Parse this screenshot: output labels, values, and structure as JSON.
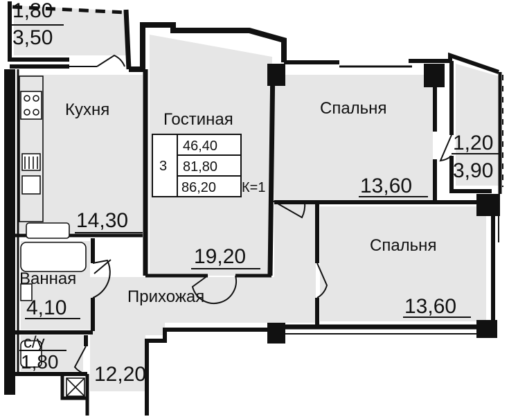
{
  "colors": {
    "floor": "#e6e6e6",
    "wall": "#111111",
    "background": "#ffffff"
  },
  "rooms": {
    "balcony_top": {
      "value_a": "1,80",
      "value_b": "3,50"
    },
    "kitchen": {
      "name": "Кухня",
      "area": "14,30"
    },
    "living": {
      "name": "Гостиная",
      "area": "19,20"
    },
    "bedroom1": {
      "name": "Спальня",
      "area": "13,60"
    },
    "bedroom2": {
      "name": "Спальня",
      "area": "13,60"
    },
    "loggia": {
      "value_a": "1,20",
      "value_b": "3,90"
    },
    "bathroom": {
      "name": "Ванная",
      "area": "4,10"
    },
    "wc": {
      "name": "с/у",
      "area": "1,80"
    },
    "hall": {
      "name": "Прихожая",
      "area": "12,20"
    }
  },
  "summary": {
    "rooms_count": "3",
    "living_area": "46,40",
    "total_area": "81,80",
    "total_with_balcony": "86,20",
    "coefficient": "К=1"
  }
}
